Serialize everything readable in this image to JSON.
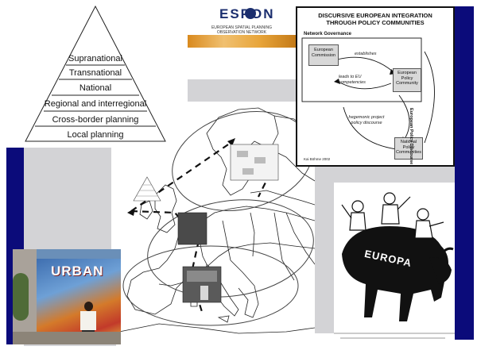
{
  "pyramid": {
    "levels": [
      "Supranational",
      "Transnational",
      "National",
      "Regional and interregional",
      "Cross-border planning",
      "Local planning"
    ]
  },
  "espon": {
    "logo_text": "ESPON",
    "subtitle": "EUROPEAN SPATIAL PLANNING OBSERVATION NETWORK",
    "accent_color": "#e8a53a"
  },
  "discursive": {
    "title_line1": "DISCURSIVE EUROPEAN INTEGRATION",
    "title_line2": "THROUGH POLICY COMMUNITIES",
    "network_label": "Network Governance",
    "side_label": "European Policy Discourse",
    "box_commission": "European Commission",
    "box_epc": "European Policy Community",
    "box_npc": "National Policy Communities",
    "arrow_establishes": "establishes",
    "arrow_leads": "leads to EU competencies",
    "arrow_hegemonic": "hegemonic project policy discourse",
    "credit": "Kai Böhme 2002"
  },
  "cartoon": {
    "label": "EUROPA"
  },
  "urban_photo": {
    "label": "URBAN"
  },
  "colors": {
    "navy": "#0b0b7a",
    "panel_gray": "#d3d3d6"
  }
}
